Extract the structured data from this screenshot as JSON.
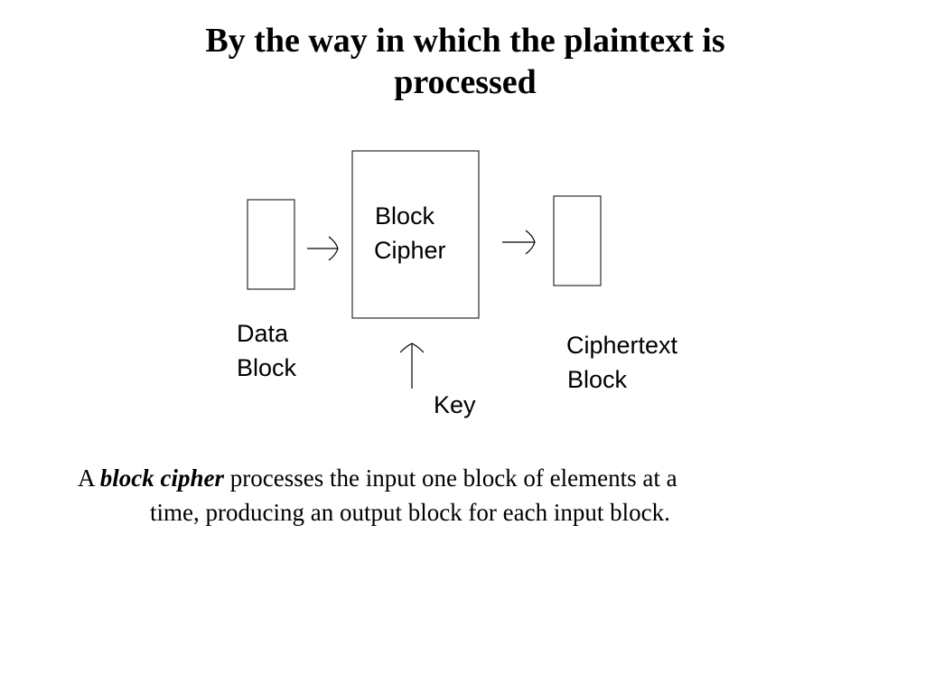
{
  "title": {
    "line1": "By the way in which the plaintext is",
    "line2": "processed"
  },
  "diagram": {
    "cipher_label_line1": "Block",
    "cipher_label_line2": "Cipher",
    "input_label_line1": "Data",
    "input_label_line2": "Block",
    "output_label_line1": "Ciphertext",
    "output_label_line2": "Block",
    "key_label": "Key"
  },
  "caption": {
    "prefix": "A ",
    "term": "block cipher",
    "rest_line1": " processes the input one block of elements at a",
    "line2": "time, producing an output block for each input block."
  }
}
